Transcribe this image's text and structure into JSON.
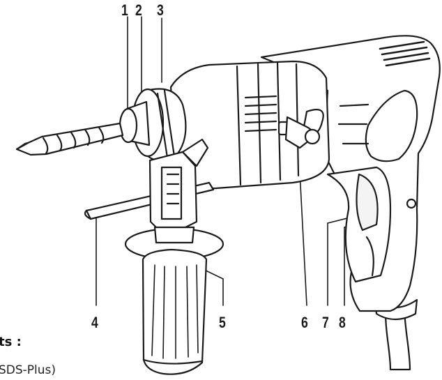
{
  "callouts": [
    "1",
    "2",
    "3",
    "4",
    "5",
    "6",
    "7",
    "8"
  ],
  "heading_fragment": "ts :",
  "caption_fragment": "SDS-Plus)"
}
